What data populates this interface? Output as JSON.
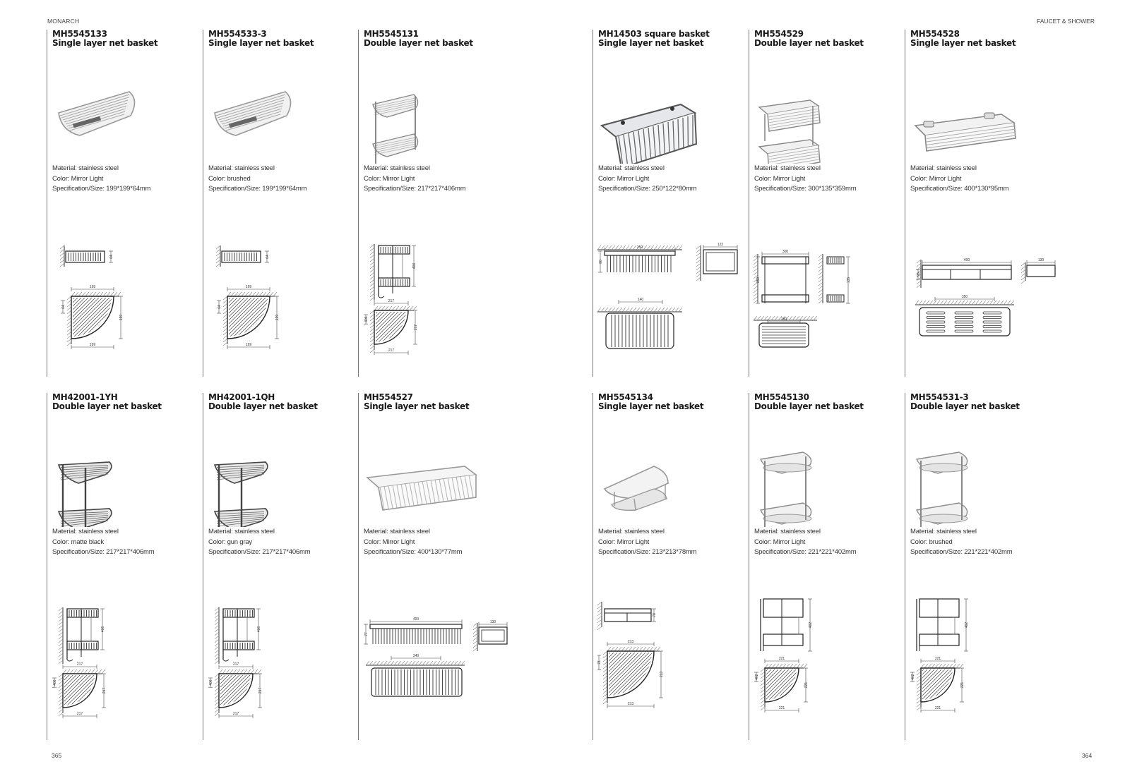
{
  "header": {
    "brand": "MONARCH",
    "section": "FAUCET & SHOWER"
  },
  "footer": {
    "page_left": "365",
    "page_right": "364"
  },
  "labels": {
    "material": "Material: ",
    "color": "Color: ",
    "size": "Specification/Size: "
  },
  "products": [
    {
      "code": "MH5545133",
      "name": "Single layer net basket",
      "material": "stainless steel",
      "color": "Mirror Light",
      "size": "199*199*64mm",
      "photo": "corner-single",
      "drawing": "corner-single",
      "dims": [
        "199",
        "199",
        "64",
        "199"
      ]
    },
    {
      "code": "MH554533-3",
      "name": "Single layer net basket",
      "material": "stainless steel",
      "color": "brushed",
      "size": "199*199*64mm",
      "photo": "corner-single",
      "drawing": "corner-single",
      "dims": [
        "199",
        "199",
        "64",
        "199"
      ]
    },
    {
      "code": "MH5545131",
      "name": "Double layer net basket",
      "material": "stainless steel",
      "color": "Mirror Light",
      "size": "217*217*406mm",
      "photo": "corner-double",
      "drawing": "corner-double",
      "dims": [
        "217",
        "217",
        "406",
        "217"
      ]
    },
    {
      "code": "MH14503 square basket",
      "name": "Single layer net basket",
      "material": "stainless steel",
      "color": "Mirror Light",
      "size": "250*122*80mm",
      "photo": "rect-single",
      "drawing": "rect-single",
      "dims": [
        "250",
        "122",
        "80",
        "140"
      ]
    },
    {
      "code": "MH554529",
      "name": "Double layer net basket",
      "material": "stainless steel",
      "color": "Mirror Light",
      "size": "300*135*359mm",
      "photo": "rect-double",
      "drawing": "rect-double",
      "dims": [
        "300",
        "135",
        "359",
        "280"
      ]
    },
    {
      "code": "MH554528",
      "name": "Single layer net basket",
      "material": "stainless steel",
      "color": "Mirror Light",
      "size": "400*130*95mm",
      "photo": "shelf",
      "drawing": "shelf",
      "dims": [
        "400",
        "130",
        "95",
        "350"
      ]
    },
    {
      "code": "MH42001-1YH",
      "name": "Double layer net basket",
      "material": "stainless steel",
      "color": "matte black",
      "size": "217*217*406mm",
      "photo": "corner-double-dark",
      "drawing": "corner-double",
      "dims": [
        "217",
        "217",
        "406",
        "217"
      ]
    },
    {
      "code": "MH42001-1QH",
      "name": "Double layer net basket",
      "material": "stainless steel",
      "color": "gun gray",
      "size": "217*217*406mm",
      "photo": "corner-double-dark",
      "drawing": "corner-double",
      "dims": [
        "217",
        "217",
        "406",
        "217"
      ]
    },
    {
      "code": "MH554527",
      "name": "Single layer net basket",
      "material": "stainless steel",
      "color": "Mirror Light",
      "size": "400*130*77mm",
      "photo": "long-basket",
      "drawing": "long-basket",
      "dims": [
        "400",
        "130",
        "77",
        "340"
      ]
    },
    {
      "code": "MH5545134",
      "name": "Single layer net basket",
      "material": "stainless steel",
      "color": "Mirror Light",
      "size": "213*213*78mm",
      "photo": "corner-plate",
      "drawing": "corner-plate",
      "dims": [
        "213",
        "213",
        "78",
        "213"
      ]
    },
    {
      "code": "MH5545130",
      "name": "Double layer net basket",
      "material": "stainless steel",
      "color": "Mirror Light",
      "size": "221*221*402mm",
      "photo": "corner-double-plate",
      "drawing": "corner-double-plate",
      "dims": [
        "221",
        "221",
        "402",
        "221"
      ]
    },
    {
      "code": "MH554531-3",
      "name": "Double layer net basket",
      "material": "stainless steel",
      "color": "brushed",
      "size": "221*221*402mm",
      "photo": "corner-double-plate",
      "drawing": "corner-double-plate",
      "dims": [
        "221",
        "221",
        "402",
        "221"
      ]
    }
  ]
}
